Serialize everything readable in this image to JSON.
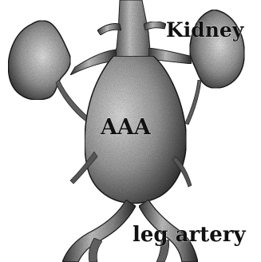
{
  "labels": {
    "kidney": "Kidney",
    "aneurysm": "AAA",
    "leg_artery": "leg artery"
  }
}
